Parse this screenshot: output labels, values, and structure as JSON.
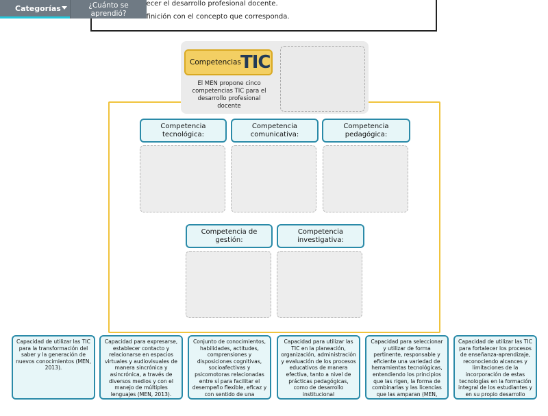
{
  "toolbar": {
    "categories_label": "Categorías",
    "learned_label": "¿Cuánto se aprendió?"
  },
  "instructions": {
    "line1": "...ecer el desarrollo profesional docente.",
    "line2": "...finición con el concepto que corresponda."
  },
  "header": {
    "badge_word": "Competencias",
    "badge_logo": "TIC",
    "text": "El MEN propone cinco competencias TIC para el desarrollo profesional docente"
  },
  "categories": [
    "Competencia tecnológica:",
    "Competencia comunicativa:",
    "Competencia pedagógica:",
    "Competencia de gestión:",
    "Competencia investigativa:"
  ],
  "cards": [
    "Capacidad de utilizar las TIC para la transformación del saber y la generación de nuevos conocimientos (MEN, 2013).",
    "Capacidad para expresarse, establecer contacto y relacionarse en espacios virtuales y audiovisuales de manera sincrónica y asincrónica, a través de diversos medios y con el manejo de múltiples lenguajes (MEN, 2013).",
    "Conjunto de conocimientos, habilidades, actitudes, comprensiones y disposiciones cognitivas, socioafectivas y psicomotoras relacionadas entre sí para facilitar el desempeño flexible, eficaz y con sentido de una",
    "Capacidad para utilizar las TIC en la planeación, organización, administración y evaluación de los procesos educativos de manera efectiva, tanto a nivel de prácticas pedagógicas, como de desarrollo institucional",
    "Capacidad para seleccionar y utilizar de forma pertinente, responsable y eficiente una variedad de herramientas tecnológicas, entendiendo los principios que las rigen, la forma de combinarlas y las licencias que las amparan (MEN,",
    "Capacidad de utilizar las TIC para fortalecer los procesos de enseñanza-aprendizaje, reconociendo alcances y limitaciones de la incorporación de estas tecnologías en la formación integral de los estudiantes y en su propio desarrollo"
  ],
  "colors": {
    "toolbar_bg": "#6f7a84",
    "toolbar_accent": "#26c6da",
    "frame": "#f0c33c",
    "badge": "#f3cf63",
    "logo": "#223a57",
    "card_border": "#2a8aa8",
    "card_bg": "#e7f6f8"
  }
}
